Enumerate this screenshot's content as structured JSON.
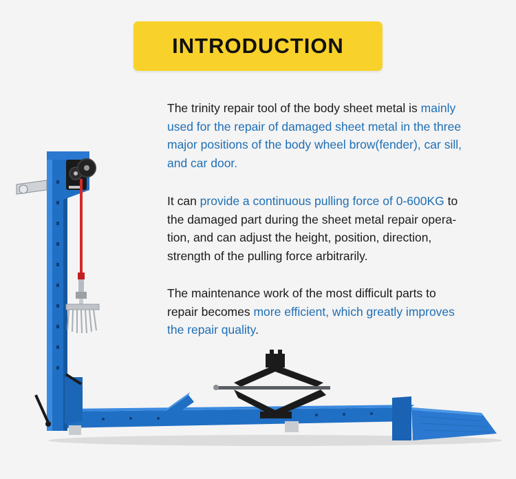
{
  "header": {
    "title": "INTRODUCTION"
  },
  "paragraphs": [
    {
      "lines": [
        [
          {
            "t": "The trinity repair tool of the body sheet metal is ",
            "hl": false
          },
          {
            "t": "mainly",
            "hl": true
          }
        ],
        [
          {
            "t": "used for the repair of damaged sheet metal in the three",
            "hl": true
          }
        ],
        [
          {
            "t": "major positions of the body wheel brow(fender), car sill,",
            "hl": true
          }
        ],
        [
          {
            "t": "and car door.",
            "hl": true
          }
        ]
      ]
    },
    {
      "lines": [
        [
          {
            "t": "It can ",
            "hl": false
          },
          {
            "t": "provide a continuous pulling force of 0-600KG",
            "hl": true
          },
          {
            "t": " to",
            "hl": false
          }
        ],
        [
          {
            "t": "the damaged part during the sheet metal repair opera-",
            "hl": false
          }
        ],
        [
          {
            "t": "tion, and can adjust the height, position, direction,",
            "hl": false
          }
        ],
        [
          {
            "t": "strength of the pulling force arbitrarily.",
            "hl": false
          }
        ]
      ]
    },
    {
      "lines": [
        [
          {
            "t": "The maintenance work of the most difficult parts to",
            "hl": false
          }
        ],
        [
          {
            "t": "repair becomes ",
            "hl": false
          },
          {
            "t": "more efficient, which greatly improves",
            "hl": true
          }
        ],
        [
          {
            "t": "the repair quality",
            "hl": true
          },
          {
            "t": ".",
            "hl": false
          }
        ]
      ]
    }
  ],
  "colors": {
    "background": "#f4f4f4",
    "badge": "#f8d22a",
    "body_text": "#1b1b1b",
    "highlight_text": "#1f6fb5",
    "tool_blue": "#1f6fc4",
    "strap_red": "#d42a2a"
  },
  "images": {
    "tool": "blue-sheet-metal-pulling-tool-with-winch-and-scissor-jack"
  }
}
